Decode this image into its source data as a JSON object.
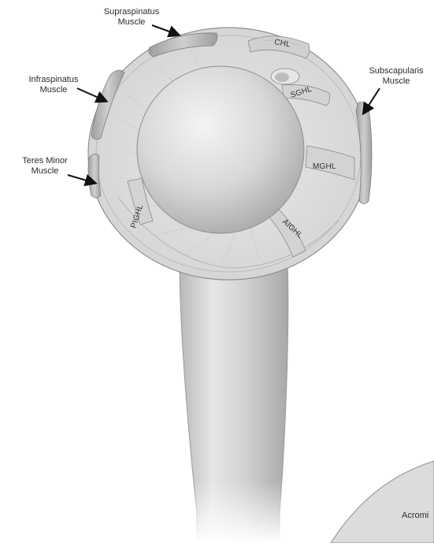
{
  "labels": {
    "supraspinatus": [
      "Supraspinatus",
      "Muscle"
    ],
    "infraspinatus": [
      "Infraspinatus",
      "Muscle"
    ],
    "teres_minor": [
      "Teres Minor",
      "Muscle"
    ],
    "subscapularis": [
      "Subscapularis",
      "Muscle"
    ],
    "acromion": "Acromi"
  },
  "ligaments": {
    "chl": "CHL",
    "sghl": "SGHL",
    "mghl": "MGHL",
    "aighl": "AIGHL",
    "pighl": "PIGHL"
  },
  "colors": {
    "bone": "#d9d9d9",
    "capsule": "#ececec",
    "muscle": "#bdbdbd",
    "arrow": "#111111"
  }
}
